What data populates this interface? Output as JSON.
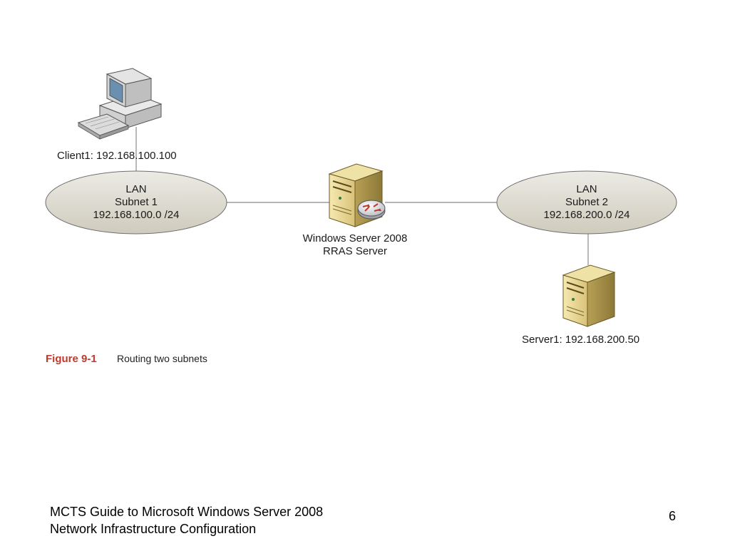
{
  "diagram": {
    "client": {
      "label": "Client1: 192.168.100.100",
      "icon": "desktop-computer-icon"
    },
    "subnet1": {
      "line1": "LAN",
      "line2": "Subnet 1",
      "line3": "192.168.100.0 /24"
    },
    "subnet2": {
      "line1": "LAN",
      "line2": "Subnet 2",
      "line3": "192.168.200.0 /24"
    },
    "router": {
      "line1": "Windows Server 2008",
      "line2": "RRAS Server",
      "icon": "router-server-icon"
    },
    "server1": {
      "label": "Server1: 192.168.200.50",
      "icon": "server-tower-icon"
    },
    "colors": {
      "ellipse_fill": "#dedbd0",
      "link": "#8a8a8a",
      "caption_accent": "#c0392b"
    }
  },
  "caption": {
    "number": "Figure 9-1",
    "text": "Routing two subnets"
  },
  "footer": {
    "line1": "MCTS Guide to Microsoft Windows Server 2008",
    "line2": "Network Infrastructure Configuration",
    "page": "6"
  }
}
